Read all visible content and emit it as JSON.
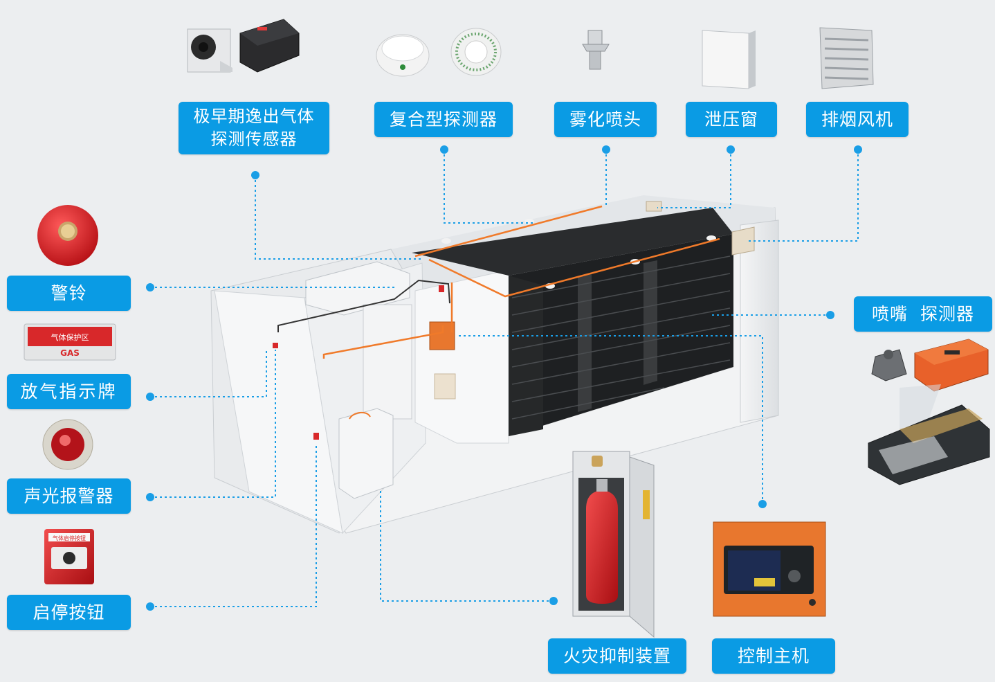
{
  "labels": {
    "gas_sensor_line1": "极早期逸出气体",
    "gas_sensor_line2": "探测传感器",
    "composite_detector": "复合型探测器",
    "atomizing_nozzle": "雾化喷头",
    "pressure_relief_window": "泄压窗",
    "smoke_exhaust_fan": "排烟风机",
    "alarm_bell": "警铃",
    "gas_release_sign": "放气指示牌",
    "sound_light_alarm": "声光报警器",
    "start_stop_button": "启停按钮",
    "nozzle_detector": "喷嘴  探测器",
    "fire_suppression_device": "火灾抑制装置",
    "control_host": "控制主机"
  },
  "device_text": {
    "gas_sign_top": "气体保护区",
    "gas_sign_bottom": "GAS",
    "button_box_text": "气体启停按钮"
  },
  "colors": {
    "label_bg": "#0a9be4",
    "leader_line": "#1a9ee6",
    "cable_orange": "#f07a2a",
    "panel_orange": "#e8772e",
    "extinguisher_red": "#d8282a"
  }
}
